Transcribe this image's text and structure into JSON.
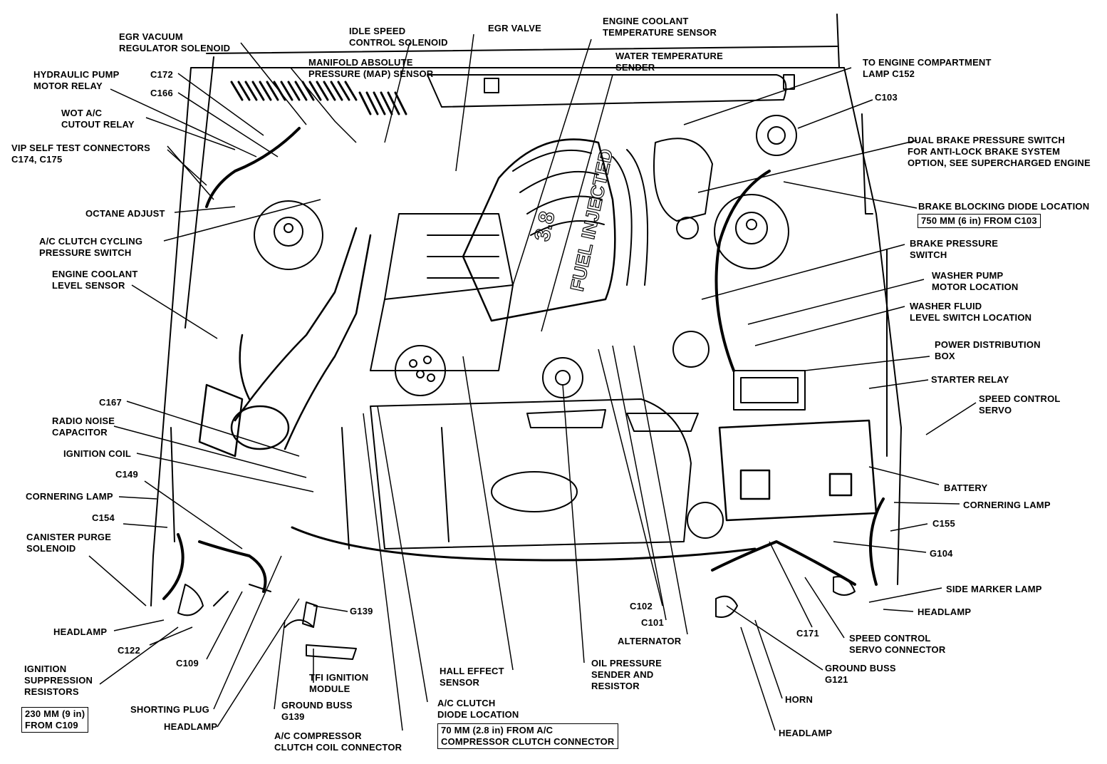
{
  "diagram": {
    "labels": {
      "egr_vacuum": "EGR VACUUM\nREGULATOR SOLENOID",
      "idle_speed": "IDLE SPEED\nCONTROL SOLENOID",
      "egr_valve": "EGR VALVE",
      "ect_sensor": "ENGINE COOLANT\nTEMPERATURE SENSOR",
      "map_sensor": "MANIFOLD ABSOLUTE\nPRESSURE (MAP) SENSOR",
      "water_temp": "WATER TEMPERATURE\nSENDER",
      "eng_comp_lamp": "TO ENGINE COMPARTMENT\nLAMP C152",
      "c103": "C103",
      "hyd_pump": "HYDRAULIC PUMP\nMOTOR RELAY",
      "c172": "C172",
      "c166": "C166",
      "wot_ac": "WOT A/C\nCUTOUT RELAY",
      "vip_self_test": "VIP SELF TEST CONNECTORS\nC174, C175",
      "dual_brake": "DUAL BRAKE PRESSURE SWITCH\nFOR ANTI-LOCK BRAKE SYSTEM\nOPTION, SEE SUPERCHARGED ENGINE",
      "octane": "OCTANE ADJUST",
      "brake_blocking": "BRAKE BLOCKING DIODE LOCATION",
      "brake_blocking_box": "750 MM (6 in) FROM C103",
      "ac_clutch_cycling": "A/C CLUTCH CYCLING\nPRESSURE SWITCH",
      "brake_pressure": "BRAKE PRESSURE\nSWITCH",
      "ecl_sensor": "ENGINE COOLANT\nLEVEL SENSOR",
      "washer_pump": "WASHER PUMP\nMOTOR LOCATION",
      "washer_fluid": "WASHER FLUID\nLEVEL SWITCH LOCATION",
      "power_dist": "POWER DISTRIBUTION\nBOX",
      "starter_relay": "STARTER RELAY",
      "speed_servo": "SPEED CONTROL\nSERVO",
      "c167": "C167",
      "radio_noise": "RADIO NOISE\nCAPACITOR",
      "ignition_coil": "IGNITION COIL",
      "c149": "C149",
      "battery": "BATTERY",
      "cornering_l": "CORNERING LAMP",
      "cornering_r": "CORNERING LAMP",
      "c154": "C154",
      "c155": "C155",
      "canister": "CANISTER PURGE\nSOLENOID",
      "g104": "G104",
      "side_marker": "SIDE MARKER LAMP",
      "headlamp_r1": "HEADLAMP",
      "c102": "C102",
      "c101": "C101",
      "alternator": "ALTERNATOR",
      "c171": "C171",
      "speed_servo_conn": "SPEED CONTROL\nSERVO CONNECTOR",
      "headlamp_l1": "HEADLAMP",
      "c122": "C122",
      "c109": "C109",
      "g139_top": "G139",
      "ign_supp": "IGNITION\nSUPPRESSION\nRESISTORS",
      "box_c109": "230 MM (9 in)\nFROM C109",
      "tfi": "TFI IGNITION\nMODULE",
      "hall": "HALL EFFECT\nSENSOR",
      "oil_pressure": "OIL PRESSURE\nSENDER AND\nRESISTOR",
      "ground_buss_r": "GROUND BUSS\nG121",
      "horn": "HORN",
      "shorting_plug": "SHORTING PLUG",
      "ground_buss_l": "GROUND BUSS\nG139",
      "ac_diode": "A/C CLUTCH\nDIODE LOCATION",
      "ac_diode_box": "70 MM (2.8 in) FROM A/C\nCOMPRESSOR CLUTCH CONNECTOR",
      "headlamp_l2": "HEADLAMP",
      "headlamp_r2": "HEADLAMP",
      "ac_comp_coil": "A/C COMPRESSOR\nCLUTCH COIL CONNECTOR"
    },
    "engine_text": "FUEL INJECTED",
    "displacement": "3.8"
  }
}
